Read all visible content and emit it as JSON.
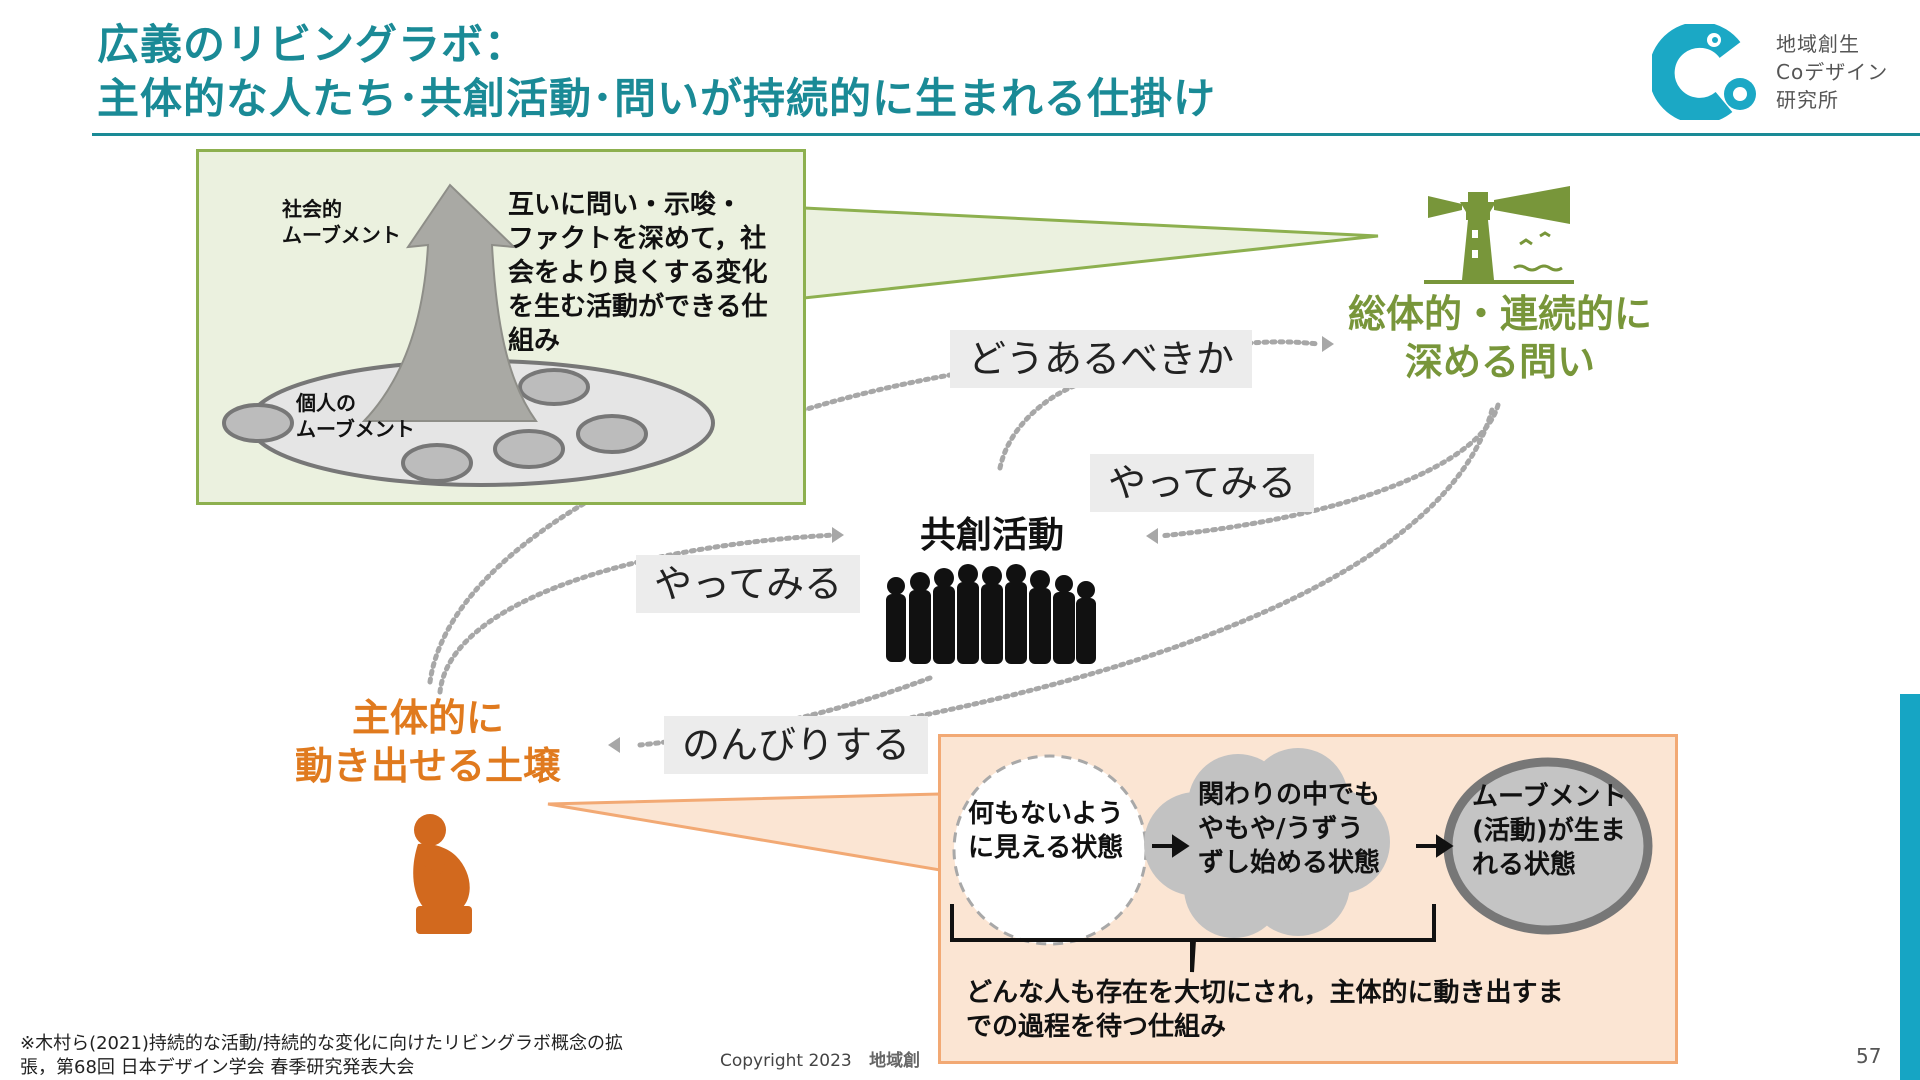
{
  "slide": {
    "title_line1": "広義のリビングラボ：",
    "title_line2": "主体的な人たち･共創活動･問いが持続的に生まれる仕掛け",
    "page_number": "57",
    "copyright": "Copyright 2023",
    "copyright_org": "地域創",
    "accent_color": "#1a8a96"
  },
  "logo": {
    "lines": [
      "地域創生",
      "Coデザイン",
      "研究所"
    ],
    "mark_color": "#1ba8c5"
  },
  "movement_panel": {
    "social_label": [
      "社会的",
      "ムーブメント"
    ],
    "individual_label": [
      "個人の",
      "ムーブメント"
    ],
    "description": [
      "互いに問い・示唆・",
      "ファクトを深めて，社",
      "会をより良くする変化",
      "を生む活動ができる仕",
      "組み"
    ],
    "border_color": "#8db04f"
  },
  "nodes": {
    "inquiry": [
      "総体的・連続的に",
      "深める問い"
    ],
    "cocreation": "共創活動",
    "ground": [
      "主体的に",
      "動き出せる土壌"
    ]
  },
  "flow_labels": {
    "how_should": "どうあるべきか",
    "try_right": "やってみる",
    "try_left": "やってみる",
    "relax": "のんびりする"
  },
  "process_panel": {
    "states": [
      [
        "何もないよう",
        "に見える状態"
      ],
      [
        "関わりの中でも",
        "やもや/うずう",
        "ずし始める状態"
      ],
      [
        "ムーブメント",
        "(活動)が生ま",
        "れる状態"
      ]
    ],
    "summary": [
      "どんな人も存在を大切にされ，主体的に動き出すま",
      "での過程を待つ仕組み"
    ],
    "border_color": "#f2a974"
  },
  "footnote": [
    "※木村ら(2021)持続的な活動/持続的な変化に向けたリビングラボ概念の拡",
    "張，第68回 日本デザイン学会 春季研究発表大会"
  ],
  "icons": [
    "lighthouse-icon",
    "crowd-icon",
    "thinker-icon",
    "arrow-up-icon"
  ]
}
